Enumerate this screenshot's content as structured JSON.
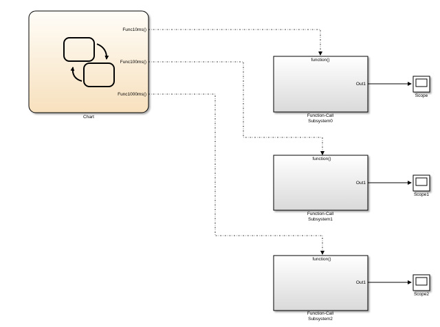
{
  "chart": {
    "name": "Chart",
    "ports": [
      "Func10ms()",
      "Func100ms()",
      "Func1000ms()"
    ]
  },
  "subsystems": [
    {
      "trigger": "function()",
      "out": "Out1",
      "name_line1": "Function-Call",
      "name_line2": "Subsystem0"
    },
    {
      "trigger": "function()",
      "out": "Out1",
      "name_line1": "Function-Call",
      "name_line2": "Subsystem1"
    },
    {
      "trigger": "function()",
      "out": "Out1",
      "name_line1": "Function-Call",
      "name_line2": "Subsystem2"
    }
  ],
  "scopes": [
    "Scope",
    "Scope1",
    "Scope2"
  ],
  "colors": {
    "chart_fill_top": "#fffdf8",
    "chart_fill_bottom": "#f8e3c2",
    "subsystem_fill_top": "#ffffff",
    "subsystem_fill_bottom": "#dcdcdc"
  }
}
